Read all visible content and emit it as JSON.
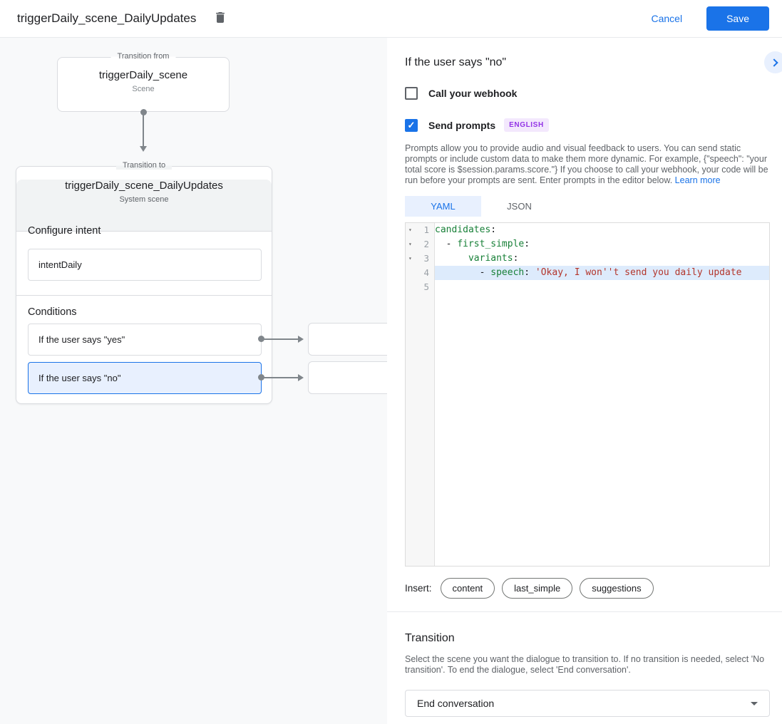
{
  "app": {
    "title": "triggerDaily_scene_DailyUpdates",
    "cancel_label": "Cancel",
    "save_label": "Save"
  },
  "canvas": {
    "from_box": {
      "legend": "Transition from",
      "title": "triggerDaily_scene",
      "subtitle": "Scene"
    },
    "to_box": {
      "legend": "Transition to",
      "title": "triggerDaily_scene_DailyUpdates",
      "subtitle": "System scene",
      "configure_intent_label": "Configure intent",
      "intent_name": "intentDaily",
      "conditions_label": "Conditions",
      "conditions": [
        {
          "label": "If the user says \"yes\"",
          "selected": false
        },
        {
          "label": "If the user says \"no\"",
          "selected": true
        }
      ]
    }
  },
  "panel": {
    "title": "If the user says \"no\"",
    "webhook": {
      "label": "Call your webhook",
      "checked": false
    },
    "send_prompts": {
      "label": "Send prompts",
      "checked": true,
      "language_badge": "ENGLISH"
    },
    "description": "Prompts allow you to provide audio and visual feedback to users. You can send static prompts or include custom data to make them more dynamic. For example, {\"speech\": \"your total score is $session.params.score.\"} If you choose to call your webhook, your code will be run before your prompts are sent. Enter prompts in the editor below. ",
    "learn_more_label": "Learn more",
    "tabs": [
      {
        "label": "YAML"
      },
      {
        "label": "JSON"
      }
    ],
    "active_tab": "YAML",
    "editor": {
      "lines": [
        {
          "num": "1",
          "segs": [
            {
              "t": "candidates",
              "c": "key"
            },
            {
              "t": ":",
              "c": "plain"
            }
          ]
        },
        {
          "num": "2",
          "segs": [
            {
              "t": "  - ",
              "c": "plain"
            },
            {
              "t": "first_simple",
              "c": "key"
            },
            {
              "t": ":",
              "c": "plain"
            }
          ]
        },
        {
          "num": "3",
          "segs": [
            {
              "t": "      ",
              "c": "plain"
            },
            {
              "t": "variants",
              "c": "key"
            },
            {
              "t": ":",
              "c": "plain"
            }
          ]
        },
        {
          "num": "4",
          "segs": [
            {
              "t": "        - ",
              "c": "plain"
            },
            {
              "t": "speech",
              "c": "key"
            },
            {
              "t": ": ",
              "c": "plain"
            },
            {
              "t": "'Okay, I won''t send you daily update",
              "c": "string"
            }
          ]
        },
        {
          "num": "5",
          "segs": []
        }
      ]
    },
    "insert_label": "Insert:",
    "insert_chips": [
      {
        "label": "content"
      },
      {
        "label": "last_simple"
      },
      {
        "label": "suggestions"
      }
    ],
    "transition": {
      "title": "Transition",
      "description": "Select the scene you want the dialogue to transition to. If no transition is needed, select 'No transition'. To end the dialogue, select 'End conversation'.",
      "selected_value": "End conversation"
    }
  },
  "icons": {
    "fold": "▾",
    "check": "✓"
  },
  "colors": {
    "accent": "#1a73e8",
    "canvas_bg": "#f8f9fa",
    "border": "#dadce0",
    "selected_condition_bg": "#e8f0fe",
    "selected_condition_border": "#1a73e8",
    "active_line_bg": "#ddebfc",
    "code_key": "#188038",
    "code_string": "#b3362c",
    "badge_bg": "#f3e8fd",
    "badge_text": "#9334e6"
  }
}
